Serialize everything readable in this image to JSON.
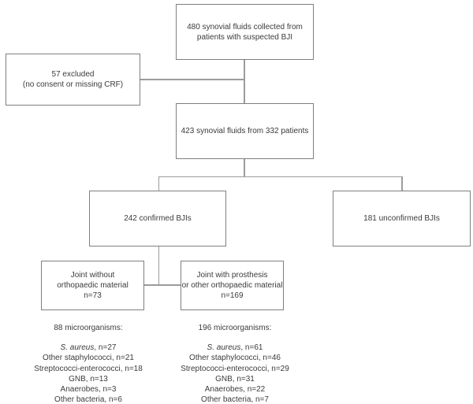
{
  "colors": {
    "background": "#ffffff",
    "box_border": "#7f7f7f",
    "connector_line": "#9c9c9c",
    "text": "#3b3b3b"
  },
  "flowchart": {
    "box_collected": {
      "line1": "480 synovial fluids collected from",
      "line2": "patients with suspected BJI"
    },
    "box_excluded": {
      "line1": "57 excluded",
      "line2": "(no consent or missing CRF)"
    },
    "box_included": {
      "text": "423 synovial fluids from 332 patients"
    },
    "box_confirmed": {
      "text": "242 confirmed BJIs"
    },
    "box_unconfirmed": {
      "text": "181 unconfirmed BJIs"
    },
    "box_native": {
      "line1": "Joint without",
      "line2": "orthopaedic material",
      "line3": "n=73"
    },
    "box_prosthesis": {
      "line1": "Joint with prosthesis",
      "line2": "or other orthopaedic material",
      "line3": "n=169"
    }
  },
  "microorganisms_native": {
    "heading": "88 microorganisms:",
    "items": [
      {
        "italic": "S. aureus",
        "rest": ", n=27"
      },
      {
        "italic": "",
        "rest": "Other staphylococci, n=21"
      },
      {
        "italic": "",
        "rest": "Streptococci-enterococci, n=18"
      },
      {
        "italic": "",
        "rest": "GNB, n=13"
      },
      {
        "italic": "",
        "rest": "Anaerobes, n=3"
      },
      {
        "italic": "",
        "rest": "Other bacteria, n=6"
      }
    ]
  },
  "microorganisms_prosthesis": {
    "heading": "196 microorganisms:",
    "items": [
      {
        "italic": "S. aureus",
        "rest": ", n=61"
      },
      {
        "italic": "",
        "rest": "Other staphylococci, n=46"
      },
      {
        "italic": "",
        "rest": "Streptococci-enterococci, n=29"
      },
      {
        "italic": "",
        "rest": "GNB, n=31"
      },
      {
        "italic": "",
        "rest": "Anaerobes, n=22"
      },
      {
        "italic": "",
        "rest": "Other bacteria, n=7"
      }
    ]
  }
}
